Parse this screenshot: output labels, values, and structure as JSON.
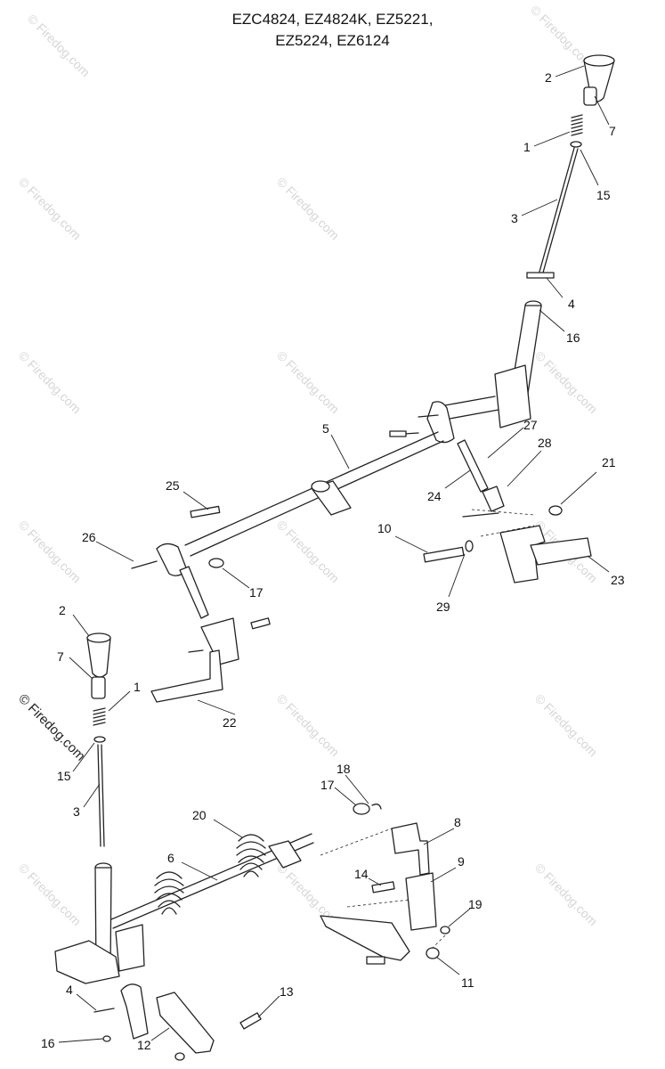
{
  "title_lines": [
    "EZC4824, EZ4824K, EZ5221,",
    "EZ5224, EZ6124"
  ],
  "watermark": "© Firedog.com",
  "callouts": {
    "n2_top": "2",
    "n7_top": "7",
    "n1_top": "1",
    "n15_top": "15",
    "n3_top": "3",
    "n4_top": "4",
    "n16_top": "16",
    "n5": "5",
    "n27": "27",
    "n28": "28",
    "n24": "24",
    "n21": "21",
    "n25": "25",
    "n10": "10",
    "n26": "26",
    "n17_mid": "17",
    "n23": "23",
    "n29": "29",
    "n2_mid": "2",
    "n7_mid": "7",
    "n1_mid": "1",
    "n22": "22",
    "n15_mid": "15",
    "n3_mid": "3",
    "n18": "18",
    "n17_low": "17",
    "n20": "20",
    "n8": "8",
    "n6": "6",
    "n9": "9",
    "n14": "14",
    "n19": "19",
    "n11": "11",
    "n4_low": "4",
    "n13": "13",
    "n16_low": "16",
    "n12": "12"
  }
}
